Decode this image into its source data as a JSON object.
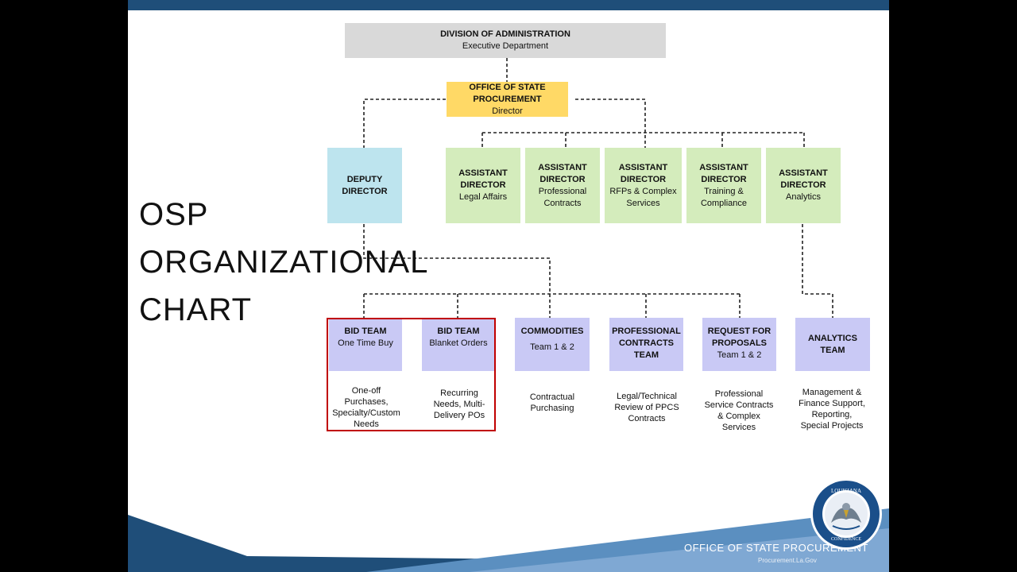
{
  "slide_title": [
    "OSP",
    "ORGANIZATIONAL",
    "CHART"
  ],
  "nodes": {
    "doa": {
      "line1": "DIVISION OF ADMINISTRATION",
      "line2": "Executive Department"
    },
    "osp": {
      "line1": "OFFICE OF STATE PROCUREMENT",
      "line2": "Director"
    },
    "deputy": {
      "line1": "DEPUTY",
      "line2": "DIRECTOR"
    },
    "assistants": [
      {
        "l1": "ASSISTANT",
        "l2": "DIRECTOR",
        "l3": "Legal Affairs",
        "l4": ""
      },
      {
        "l1": "ASSISTANT",
        "l2": "DIRECTOR",
        "l3": "Professional",
        "l4": "Contracts"
      },
      {
        "l1": "ASSISTANT",
        "l2": "DIRECTOR",
        "l3": "RFPs & Complex",
        "l4": "Services"
      },
      {
        "l1": "ASSISTANT",
        "l2": "DIRECTOR",
        "l3": "Training &",
        "l4": "Compliance"
      },
      {
        "l1": "ASSISTANT",
        "l2": "DIRECTOR",
        "l3": "Analytics",
        "l4": ""
      }
    ],
    "teams": [
      {
        "b1": "BID TEAM",
        "b2": "",
        "t1": "One Time Buy",
        "desc": [
          "One-off",
          "Purchases,",
          "Specialty/Custom",
          "Needs"
        ]
      },
      {
        "b1": "BID TEAM",
        "b2": "",
        "t1": "Blanket Orders",
        "desc": [
          "Recurring",
          "Needs, Multi-",
          "Delivery POs"
        ]
      },
      {
        "b1": "COMMODITIES",
        "b2": "",
        "t1": "Team 1 & 2",
        "desc": [
          "Contractual",
          "Purchasing"
        ]
      },
      {
        "b1": "PROFESSIONAL",
        "b2": "CONTRACTS TEAM",
        "t1": "",
        "desc": [
          "Legal/Technical",
          "Review of PPCS",
          "Contracts"
        ]
      },
      {
        "b1": "REQUEST FOR",
        "b2": "PROPOSALS",
        "t1": "Team 1 & 2",
        "desc": [
          "Professional",
          "Service Contracts",
          "& Complex",
          "Services"
        ]
      },
      {
        "b1": "ANALYTICS TEAM",
        "b2": "",
        "t1": "",
        "desc": [
          "Management &",
          "Finance Support,",
          "Reporting,",
          "Special Projects"
        ]
      }
    ]
  },
  "footer": {
    "brand": "OFFICE OF STATE PROCUREMENT",
    "url": "Procurement.La.Gov"
  },
  "seal": {
    "ring_text": "STATE OF LOUISIANA",
    "motto": "UNION · JUSTICE · CONFIDENCE"
  },
  "colors": {
    "header_bar": "#1f4e79",
    "highlight": "#c00000",
    "lavender": "#c9c9f5",
    "green": "#d4ecbc",
    "blue": "#bde4ee",
    "yellow": "#ffd966",
    "gray": "#d9d9d9"
  }
}
